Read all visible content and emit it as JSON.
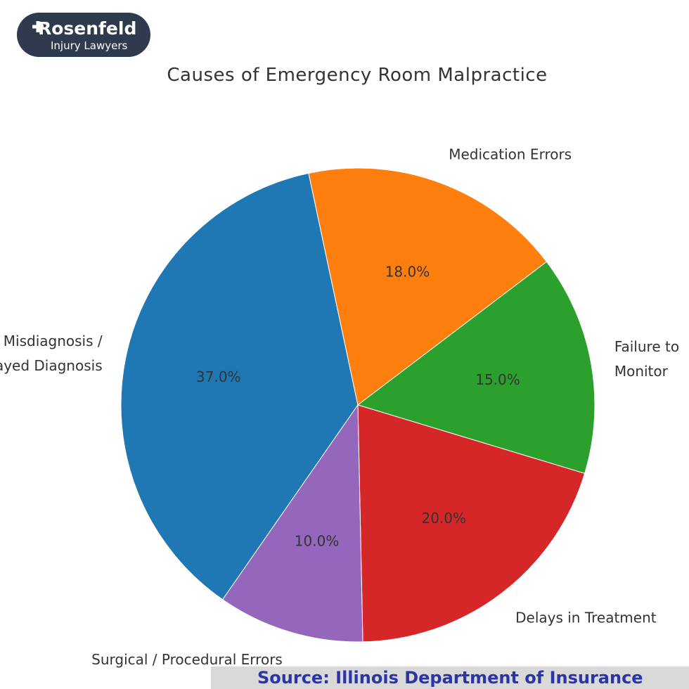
{
  "logo": {
    "name": "Rosenfeld",
    "tagline": "Injury Lawyers"
  },
  "chart_data": {
    "type": "pie",
    "title": "Causes of Emergency Room Malpractice",
    "slices": [
      {
        "label": "Misdiagnosis / Delayed Diagnosis",
        "value": 37.0,
        "pct_label": "37.0%",
        "color": "#1f77b4",
        "label_lines": [
          "Misdiagnosis /",
          "Delayed Diagnosis"
        ]
      },
      {
        "label": "Medication Errors",
        "value": 18.0,
        "pct_label": "18.0%",
        "color": "#ff7f0e",
        "label_lines": [
          "Medication Errors"
        ]
      },
      {
        "label": "Failure to Monitor",
        "value": 15.0,
        "pct_label": "15.0%",
        "color": "#2ca02c",
        "label_lines": [
          "Failure to",
          "Monitor"
        ]
      },
      {
        "label": "Delays in Treatment",
        "value": 20.0,
        "pct_label": "20.0%",
        "color": "#d62728",
        "label_lines": [
          "Delays in Treatment"
        ]
      },
      {
        "label": "Surgical / Procedural Errors",
        "value": 10.0,
        "pct_label": "10.0%",
        "color": "#9467bd",
        "label_lines": [
          "Surgical / Procedural Errors"
        ]
      }
    ]
  },
  "source": {
    "text": "Source: Illinois Department of Insurance"
  }
}
